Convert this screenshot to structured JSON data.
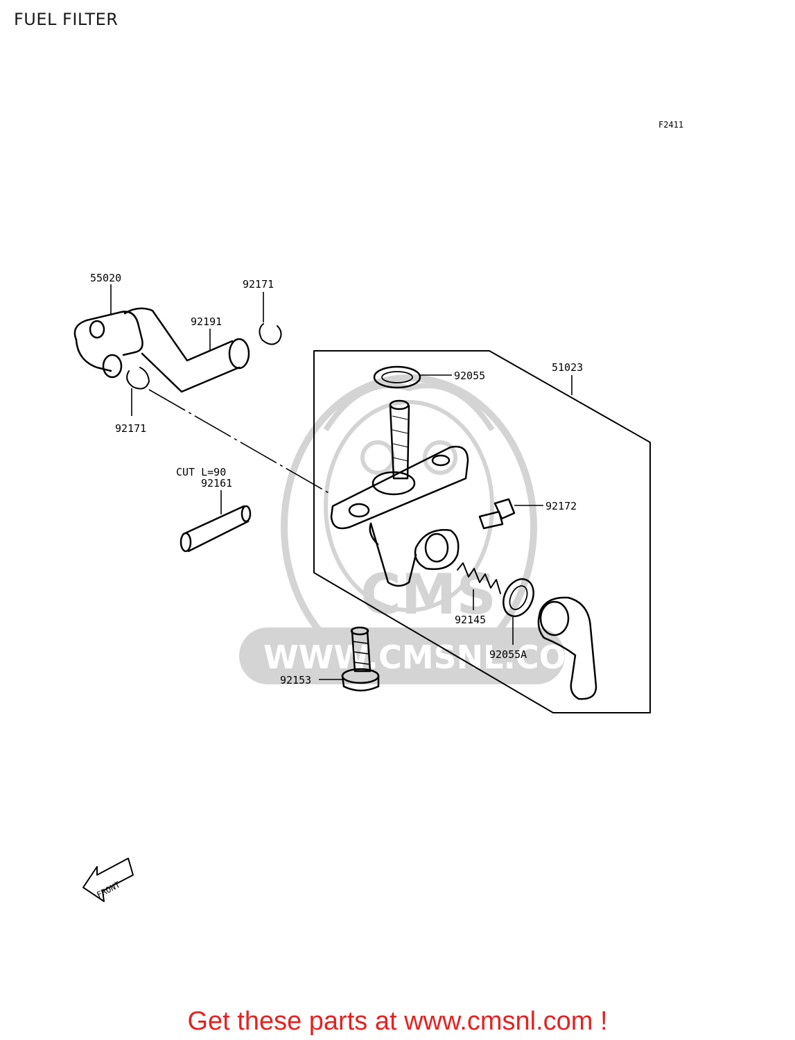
{
  "title": "FUEL FILTER",
  "diagram_code": "F2411",
  "watermark_url": "WWW.CMSNL.COM",
  "watermark_logo_text": "CMS",
  "front_label": "FRONT",
  "footer_text": "Get these parts at www.cmsnl.com !",
  "colors": {
    "footer": "#e32222",
    "watermark": "#d4d4d4",
    "lines": "#000000"
  },
  "parts": [
    {
      "id": "55020",
      "label": "55020"
    },
    {
      "id": "92171a",
      "label": "92171"
    },
    {
      "id": "92191",
      "label": "92191"
    },
    {
      "id": "92171b",
      "label": "92171"
    },
    {
      "id": "51023",
      "label": "51023"
    },
    {
      "id": "92055",
      "label": "92055"
    },
    {
      "id": "cut",
      "label": "CUT L=90"
    },
    {
      "id": "92161",
      "label": "92161"
    },
    {
      "id": "92172",
      "label": "92172"
    },
    {
      "id": "92145",
      "label": "92145"
    },
    {
      "id": "92055A",
      "label": "92055A"
    },
    {
      "id": "92153",
      "label": "92153"
    }
  ]
}
